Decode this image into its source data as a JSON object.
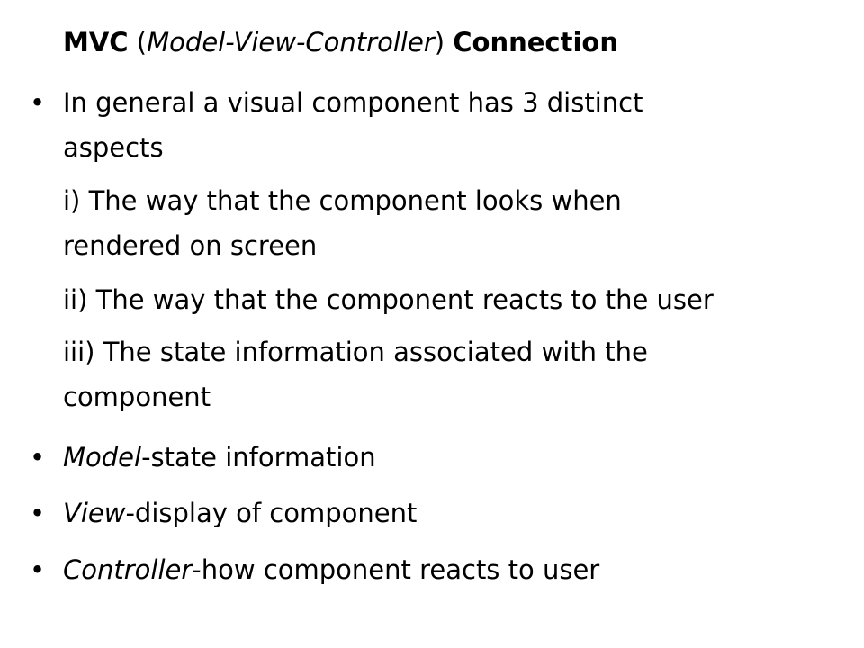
{
  "slide": {
    "title": {
      "part1": "MVC",
      "part2": " (",
      "part3": "Model-View-Controller",
      "part4": ") ",
      "part5": "Connection"
    },
    "bullet_glyph": "•",
    "bullet1": {
      "line1": "In general a visual component has 3 distinct",
      "line2": "aspects"
    },
    "aspects": [
      {
        "line1": "i) The way that the component looks when",
        "line2": "rendered on screen"
      },
      {
        "line1": "ii) The way that the component reacts to the user"
      },
      {
        "line1": "iii) The state information associated with the",
        "line2": "component"
      }
    ],
    "definitions": [
      {
        "term": "Model",
        "text": "-state information"
      },
      {
        "term": "View",
        "text": "-display of component"
      },
      {
        "term": "Controller",
        "text": "-how component reacts to user"
      }
    ]
  }
}
